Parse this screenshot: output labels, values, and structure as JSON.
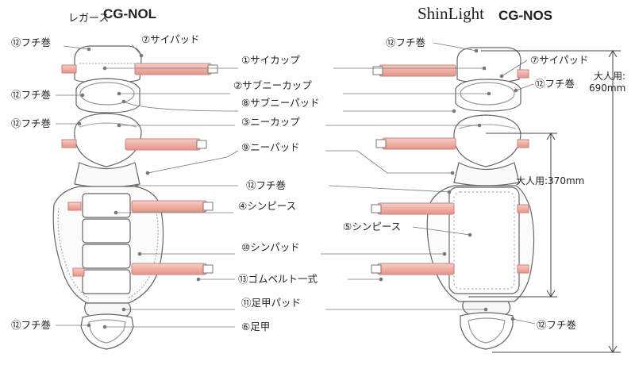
{
  "titles": {
    "left_prefix": "レガース",
    "left_model": "CG-NOL",
    "right_prefix": "ShinLight",
    "right_model": "CG-NOS"
  },
  "center_labels": [
    "①サイカップ",
    "②サブニーカップ",
    "⑧サブニーパッド",
    "③ニーカップ",
    "⑨ニーパッド",
    "⑫フチ巻",
    "④シンピース",
    "⑤シンピース",
    "⑩シンパッド",
    "⑬ゴムベルト一式",
    "⑪足甲パッド",
    "⑥足甲"
  ],
  "left_labels": [
    "⑫フチ巻",
    "⑦サイパッド",
    "⑫フチ巻",
    "⑫フチ巻",
    "⑫フチ巻"
  ],
  "right_labels": [
    "⑫フチ巻",
    "⑦サイパッド",
    "⑫フチ巻",
    "⑫フチ巻"
  ],
  "dimensions": {
    "total_label_1": "大人用:",
    "total_label_2": "690mm",
    "shin_label": "大人用:370mm"
  },
  "colors": {
    "strap_fill": "#f2b9b0",
    "strap_stroke": "#c9827a",
    "outline": "#666666",
    "leader": "#777777"
  }
}
